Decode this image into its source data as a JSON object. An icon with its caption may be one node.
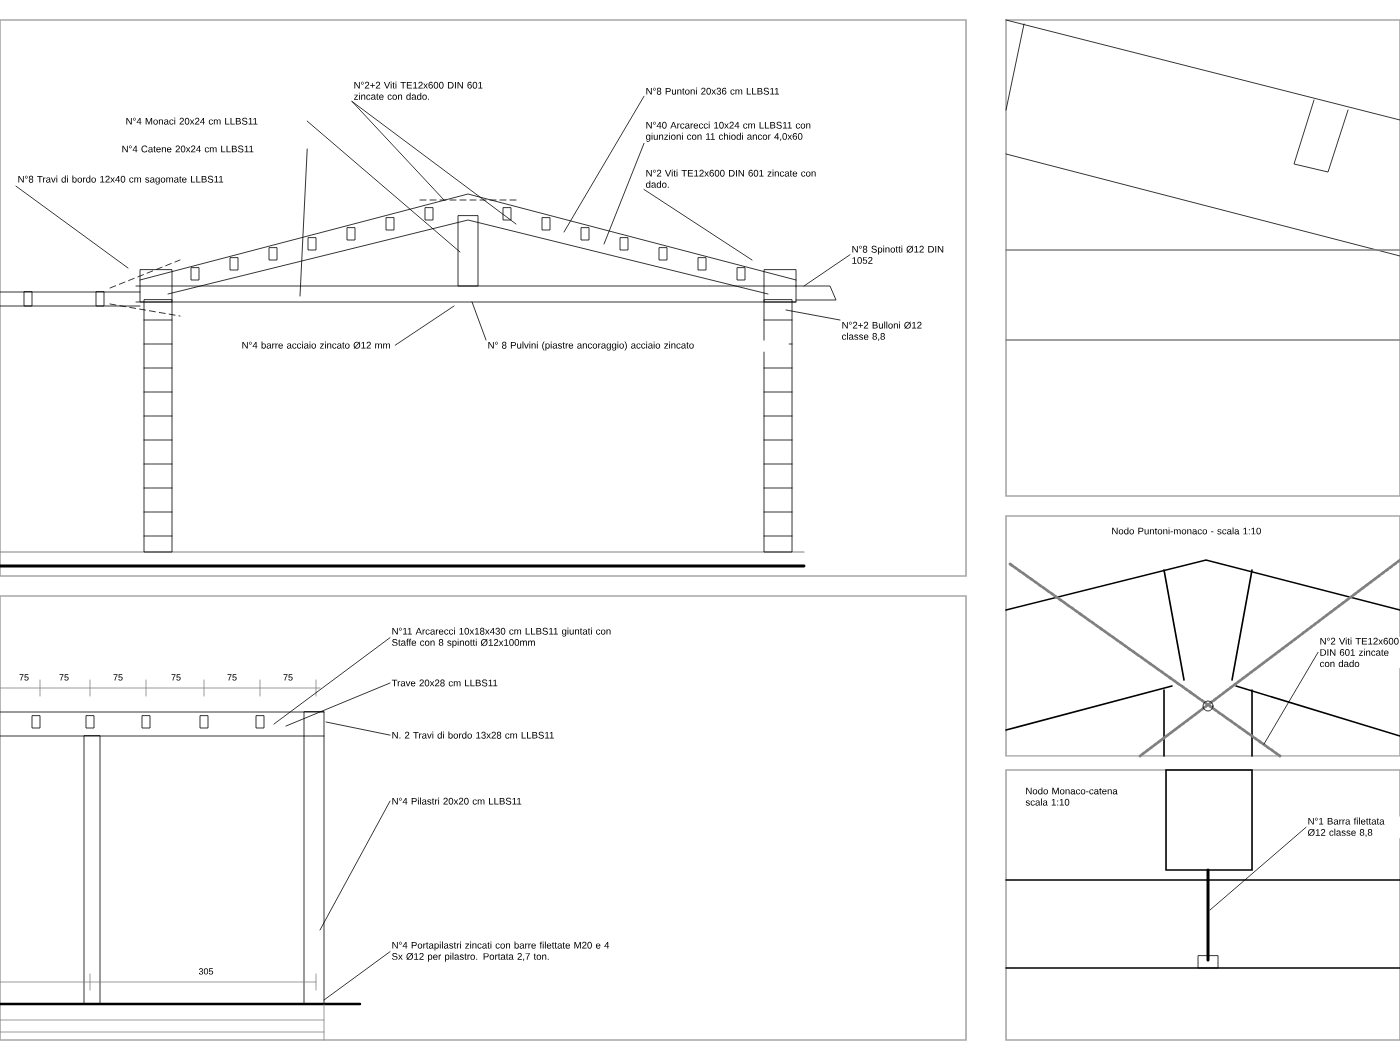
{
  "diagram": {
    "nodes": [
      {
        "text": [
          "N°4 Monaci 20x24 cm LLBS11"
        ]
      },
      {
        "text": [
          "N°4 Catene 20x24 cm LLBS11"
        ]
      },
      {
        "text": [
          "N°8 Travi di bordo 12x40 cm sagomate LLBS11"
        ]
      },
      {
        "text": [
          "N°2+2 Viti TE12x600 DIN 601 zincate con dado."
        ]
      },
      {
        "text": [
          "N°8 Puntoni 20x36 cm LLBS11"
        ]
      },
      {
        "text": [
          "N°40 Arcarecci 10x24 cm LLBS11 con giunzioni con 11 chiodi ancor 4,0x60"
        ]
      },
      {
        "text": [
          "N°2 Viti TE12x600 DIN 601 zincate con dado."
        ]
      },
      {
        "text": [
          "N°8 Spinotti Ø12 DIN 1052"
        ]
      },
      {
        "text": [
          "N°2+2 Bulloni Ø12 classe 8,8"
        ]
      },
      {
        "text": [
          "N°4 barre acciaio zincato Ø12 mm"
        ]
      },
      {
        "text": [
          "N° 8 Pulvini (piastre ancoraggio) acciaio zincato"
        ]
      },
      {
        "text": [
          "N°11 Arcarecci 10x18x430 cm LLBS11 giuntati con Staffe con 8 spinotti Ø12x100mm"
        ]
      },
      {
        "text": [
          "Trave 20x28 cm LLBS11"
        ]
      },
      {
        "text": [
          "N. 2 Travi di bordo 13x28 cm LLBS11"
        ]
      },
      {
        "text": [
          "N°4 Pilastri 20x20 cm LLBS11"
        ]
      },
      {
        "text": [
          "N°4 Portapilastri zincati con barre filettate M20 e 4 Sx Ø12 per pilastro. Portata 2,7 ton."
        ]
      },
      {
        "text": [
          "N°2 Viti TE12x600 DIN 601 zincate con dado"
        ]
      },
      {
        "text": [
          "N°1 Barra filettata Ø12 classe 8,8"
        ]
      }
    ],
    "edges": [
      {
        "from": 0,
        "to": null,
        "arrow": "none"
      },
      {
        "from": 1,
        "to": null,
        "arrow": "none"
      },
      {
        "from": 2,
        "to": null,
        "arrow": "none"
      },
      {
        "from": 3,
        "to": null,
        "arrow": "none"
      },
      {
        "from": 3,
        "to": null,
        "arrow": "none"
      },
      {
        "from": 4,
        "to": null,
        "arrow": "none"
      },
      {
        "from": 5,
        "to": null,
        "arrow": "none"
      },
      {
        "from": 6,
        "to": null,
        "arrow": "none"
      },
      {
        "from": 7,
        "to": null,
        "arrow": "none"
      },
      {
        "from": 8,
        "to": null,
        "arrow": "none"
      },
      {
        "from": 9,
        "to": null,
        "arrow": "none"
      },
      {
        "from": 10,
        "to": null,
        "arrow": "none"
      },
      {
        "from": 11,
        "to": null,
        "arrow": "none"
      },
      {
        "from": 12,
        "to": null,
        "arrow": "none"
      },
      {
        "from": 13,
        "to": null,
        "arrow": "none"
      },
      {
        "from": 14,
        "to": null,
        "arrow": "none"
      },
      {
        "from": 15,
        "to": null,
        "arrow": "none"
      },
      {
        "from": 16,
        "to": null,
        "arrow": "none"
      },
      {
        "from": 17,
        "to": null,
        "arrow": "none"
      }
    ],
    "labels": [
      "75",
      "75",
      "75",
      "75",
      "75",
      "75",
      "305",
      "Nodo Puntoni-monaco - scala 1:10",
      "Nodo Monaco-catena scala 1:10"
    ]
  }
}
